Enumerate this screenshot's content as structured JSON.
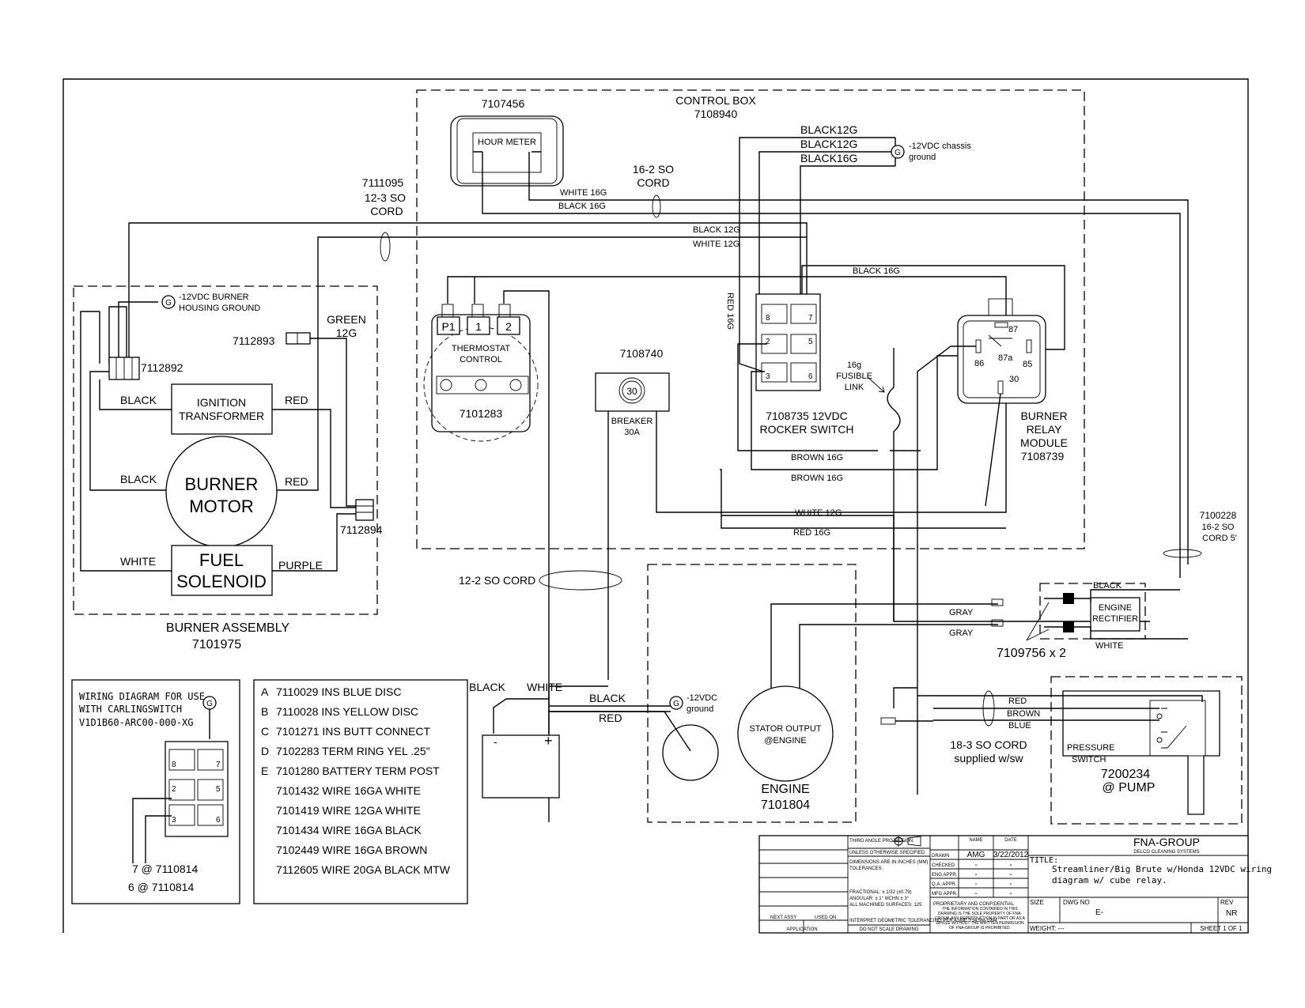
{
  "control_box": {
    "title": "CONTROL BOX",
    "part": "7108940"
  },
  "hour_meter": {
    "part": "7107456",
    "label": "HOUR METER",
    "white": "WHITE 16G",
    "black": "BLACK 16G"
  },
  "cord_16_2": {
    "line1": "16-2 SO",
    "line2": "CORD"
  },
  "cord_12_3": {
    "part": "7111095",
    "line1": "12-3 SO",
    "line2": "CORD"
  },
  "chassis": {
    "w1": "BLACK12G",
    "w2": "BLACK12G",
    "w3": "BLACK16G",
    "g1": "-12VDC chassis",
    "g2": "ground"
  },
  "wires": {
    "black12": "BLACK 12G",
    "white12": "WHITE 12G",
    "black16": "BLACK 16G",
    "red16": "RED 16G",
    "brown1": "BROWN 16G",
    "brown2": "BROWN 16G",
    "white12b": "WHITE 12G",
    "red16b": "RED 16G"
  },
  "thermostat": {
    "p1": "P1",
    "t1": "1",
    "t2": "2",
    "l1": "THERMOSTAT",
    "l2": "CONTROL",
    "part": "7101283"
  },
  "breaker": {
    "part": "7108740",
    "val": "30",
    "l1": "BREAKER",
    "l2": "30A"
  },
  "rocker": {
    "label": "7108735 12VDC",
    "label2": "ROCKER SWITCH",
    "pins": [
      "8",
      "7",
      "2",
      "5",
      "3",
      "6"
    ]
  },
  "fuse": {
    "l1": "16g",
    "l2": "FUSIBLE",
    "l3": "LINK"
  },
  "relay": {
    "p87": "87",
    "p86": "86",
    "p87a": "87a",
    "p85": "85",
    "p30": "30",
    "l1": "BURNER",
    "l2": "RELAY",
    "l3": "MODULE",
    "l4": "7108739"
  },
  "burner": {
    "ground1": "-12VDC BURNER",
    "ground2": "HOUSING GROUND",
    "conn1": "7112892",
    "conn2": "7112893",
    "conn3": "7112894",
    "green1": "GREEN",
    "green2": "12G",
    "ign1": "IGNITION",
    "ign2": "TRANSFORMER",
    "motor1": "BURNER",
    "motor2": "MOTOR",
    "fuel1": "FUEL",
    "fuel2": "SOLENOID",
    "black1": "BLACK",
    "black2": "BLACK",
    "red1": "RED",
    "red2": "RED",
    "white": "WHITE",
    "purple": "PURPLE",
    "title": "BURNER ASSEMBLY",
    "part": "7101975"
  },
  "cord_12_2": "12-2 SO CORD",
  "battery": {
    "black": "BLACK",
    "white": "WHITE",
    "black2": "BLACK",
    "red": "RED",
    "minus": "-",
    "plus": "+",
    "g1": "-12VDC",
    "g2": "ground"
  },
  "engine": {
    "s1": "STATOR OUTPUT",
    "s2": "@ENGINE",
    "l1": "ENGINE",
    "l2": "7101804"
  },
  "rectifier": {
    "black": "BLACK",
    "gray1": "GRAY",
    "gray2": "GRAY",
    "white": "WHITE",
    "l1": "ENGINE",
    "l2": "RECTIFIER",
    "conn": "7109756 x 2",
    "cord1": "7100228",
    "cord2": "16-2 SO",
    "cord3": "CORD 5'"
  },
  "pressure": {
    "red": "RED",
    "brown": "BROWN",
    "blue": "BLUE",
    "l1": "PRESSURE",
    "l2": "SWITCH",
    "part": "7200234",
    "at": "@   PUMP",
    "cord1": "18-3 SO CORD",
    "cord2": "supplied w/sw"
  },
  "inset": {
    "l1": "WIRING DIAGRAM FOR USE",
    "l2": "WITH CARLINGSWITCH",
    "l3": "V1D1B60-ARC00-000-XG",
    "n1": "7 @ 7110814",
    "n2": "6 @ 7110814",
    "pins": [
      "8",
      "7",
      "2",
      "5",
      "3",
      "6"
    ]
  },
  "parts_list": [
    {
      "key": "A",
      "text": "7110029 INS BLUE DISC"
    },
    {
      "key": "B",
      "text": "7110028 INS YELLOW DISC"
    },
    {
      "key": "C",
      "text": "7101271 INS BUTT CONNECT"
    },
    {
      "key": "D",
      "text": "7102283 TERM RING YEL .25\""
    },
    {
      "key": "E",
      "text": "7101280 BATTERY TERM POST"
    },
    {
      "key": "",
      "text": "7101432 WIRE 16GA WHITE"
    },
    {
      "key": "",
      "text": "7101419 WIRE 12GA WHITE"
    },
    {
      "key": "",
      "text": "7101434 WIRE 16GA BLACK"
    },
    {
      "key": "",
      "text": "7102449 WIRE 16GA BROWN"
    },
    {
      "key": "",
      "text": "7112605 WIRE 20GA BLACK MTW"
    }
  ],
  "title_block": {
    "company": "FNA-GROUP",
    "division": "DELCO CLEANING SYSTEMS",
    "title_label": "TITLE:",
    "title1": "Streamliner/Big Brute w/Honda 12VDC wiring",
    "title2": "diagram w/ cube relay.",
    "name_hdr": "NAME",
    "date_hdr": "DATE",
    "drawn": "DRAWN",
    "drawn_by": "AMG",
    "date": "3/22/2012",
    "checked": "CHECKED",
    "eng": "ENG APPR.",
    "qa": "Q.A. APPR.",
    "mfg": "MFG APPR.",
    "dash": "-",
    "third_angle": "THIRD ANGLE PROJECTION",
    "unless": "UNLESS OTHERWISE SPECIFIED",
    "dims": "DIMENSIONS ARE IN INCHES (MM)",
    "tol": "TOLERANCES:",
    "frac": "FRACTIONAL: ± 1/32 (±0.79)",
    "ang": "ANGULAR: ± 1°  MCHN ± 3°",
    "surf": "ALL MACHINED SURFACES:  125",
    "interpret": "INTERPRET GEOMETRIC TOLERANCING PER ASME Y14.5M-1994",
    "next_assy": "NEXT ASSY",
    "used_on": "USED ON",
    "application": "APPLICATION",
    "no_scale": "DO NOT SCALE DRAWING",
    "prop1": "PROPRIETARY AND CONFIDENTIAL",
    "prop2": "THE INFORMATION CONTAINED IN THIS DRAWING IS THE SOLE PROPERTY OF FNA-GROUP. ANY REPRODUCTION IN PART OR AS A WHOLE WITHOUT THE WRITTEN PERMISSION OF FNA-GROUP IS PROHIBITED.",
    "size": "SIZE",
    "dwg_no": "DWG NO",
    "dwg_val": "E-",
    "rev": "REV",
    "rev_val": "NR",
    "weight": "WEIGHT: ---",
    "sheet": "SHEET 1 OF 1"
  }
}
